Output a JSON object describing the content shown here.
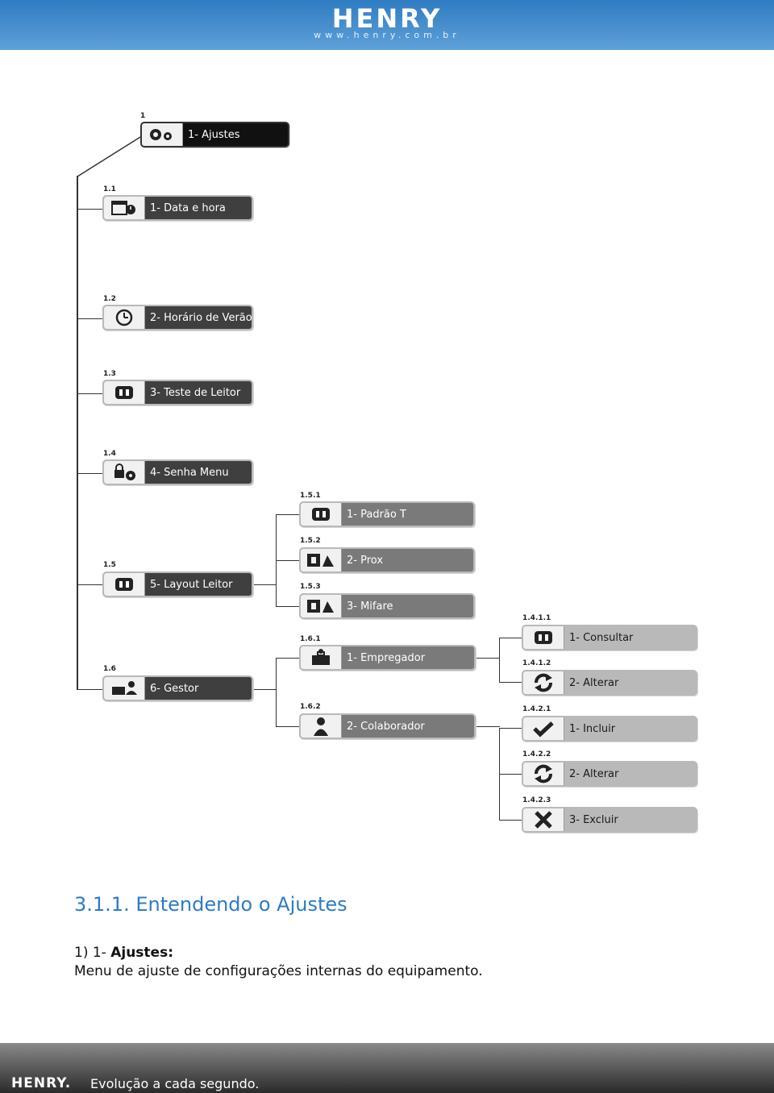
{
  "header": {
    "brand": "HENRY",
    "url": "www.henry.com.br"
  },
  "tree": {
    "root": {
      "code": "1",
      "label": "1- Ajustes",
      "icon": "gears-icon"
    },
    "level1": [
      {
        "code": "1.1",
        "label": "1- Data e hora",
        "icon": "calendar-clock-icon"
      },
      {
        "code": "1.2",
        "label": "2- Horário de Verão",
        "icon": "clock-icon"
      },
      {
        "code": "1.3",
        "label": "3- Teste de Leitor",
        "icon": "card-reader-icon"
      },
      {
        "code": "1.4",
        "label": "4- Senha Menu",
        "icon": "lock-gear-icon"
      },
      {
        "code": "1.5",
        "label": "5- Layout Leitor",
        "icon": "card-reader-icon"
      },
      {
        "code": "1.6",
        "label": "6- Gestor",
        "icon": "manager-icon"
      }
    ],
    "level2": [
      {
        "code": "1.5.1",
        "label": "1- Padrão T",
        "icon": "card-reader-icon"
      },
      {
        "code": "1.5.2",
        "label": "2- Prox",
        "icon": "proximity-card-icon"
      },
      {
        "code": "1.5.3",
        "label": "3- Mifare",
        "icon": "proximity-card-icon"
      },
      {
        "code": "1.6.1",
        "label": "1- Empregador",
        "icon": "employer-icon"
      },
      {
        "code": "1.6.2",
        "label": "2- Colaborador",
        "icon": "person-icon"
      }
    ],
    "level3": [
      {
        "code": "1.4.1.1",
        "label": "1- Consultar",
        "icon": "card-reader-icon"
      },
      {
        "code": "1.4.1.2",
        "label": "2- Alterar",
        "icon": "refresh-icon"
      },
      {
        "code": "1.4.2.1",
        "label": "1- Incluir",
        "icon": "check-icon"
      },
      {
        "code": "1.4.2.2",
        "label": "2- Alterar",
        "icon": "refresh-icon"
      },
      {
        "code": "1.4.2.3",
        "label": "3- Excluir",
        "icon": "x-icon"
      }
    ]
  },
  "section": {
    "heading": "3.1.1. Entendendo o Ajustes",
    "item_prefix": "1) 1- ",
    "item_bold": "Ajustes:",
    "description": "Menu de ajuste de configurações internas do equipamento."
  },
  "footer": {
    "brand": "HENRY.",
    "slogan": "Evolução a cada segundo."
  }
}
